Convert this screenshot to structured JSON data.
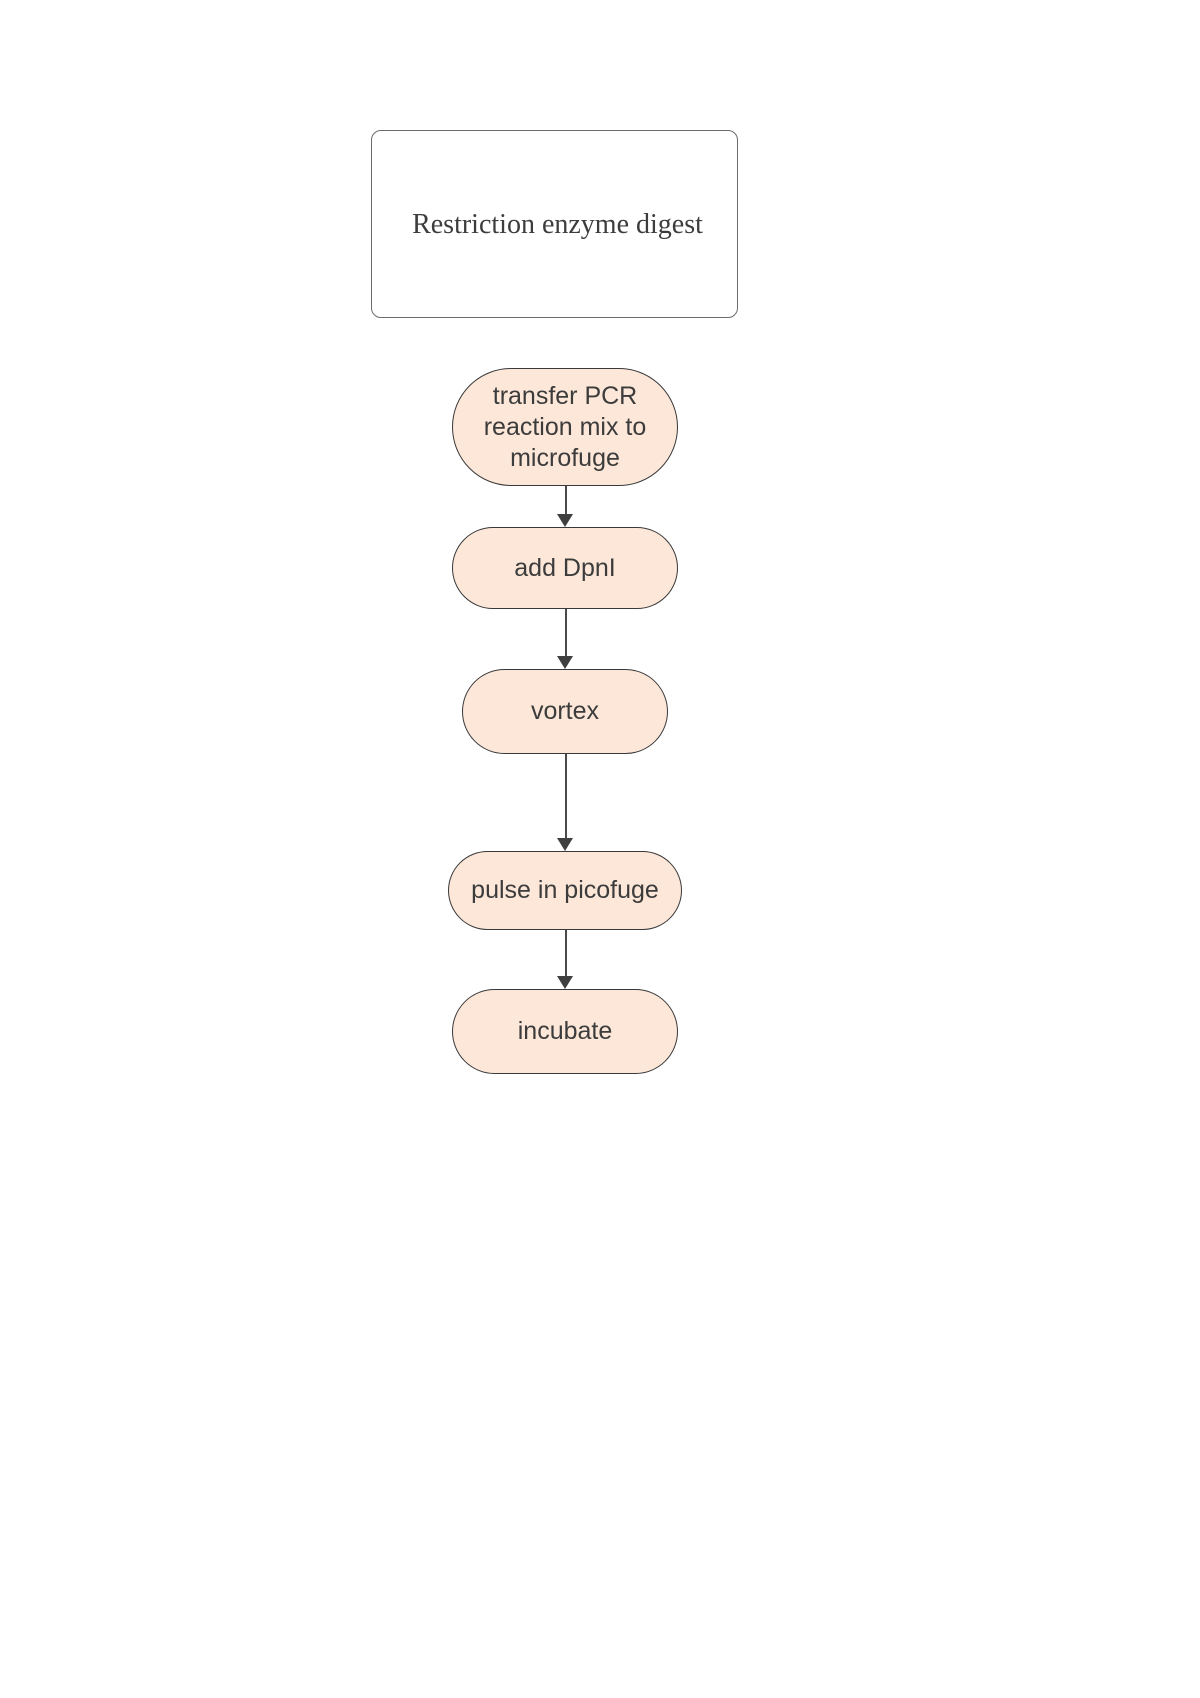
{
  "diagram": {
    "type": "flowchart",
    "orientation": "top-to-bottom",
    "background_color": "#ffffff",
    "title_box": {
      "label": "Restriction enzyme digest",
      "fill_color": "#ffffff",
      "border_color": "#6b6b6b"
    },
    "node_style": {
      "fill_color": "#fce7d8",
      "border_color": "#39383a",
      "text_color": "#3c3c3c"
    },
    "edge_style": {
      "line_color": "#4a4a4a",
      "arrow_color": "#3f3f3f"
    },
    "nodes": [
      {
        "id": "n0",
        "label": "transfer PCR\nreaction mix to\nmicrofuge"
      },
      {
        "id": "n1",
        "label": "add DpnI"
      },
      {
        "id": "n2",
        "label": "vortex"
      },
      {
        "id": "n3",
        "label": "pulse in picofuge"
      },
      {
        "id": "n4",
        "label": "incubate"
      }
    ],
    "edges": [
      {
        "id": "e0",
        "from": "n0",
        "to": "n1",
        "label": ""
      },
      {
        "id": "e1",
        "from": "n1",
        "to": "n2",
        "label": ""
      },
      {
        "id": "e2",
        "from": "n2",
        "to": "n3",
        "label": ""
      },
      {
        "id": "e3",
        "from": "n3",
        "to": "n4",
        "label": ""
      }
    ]
  }
}
